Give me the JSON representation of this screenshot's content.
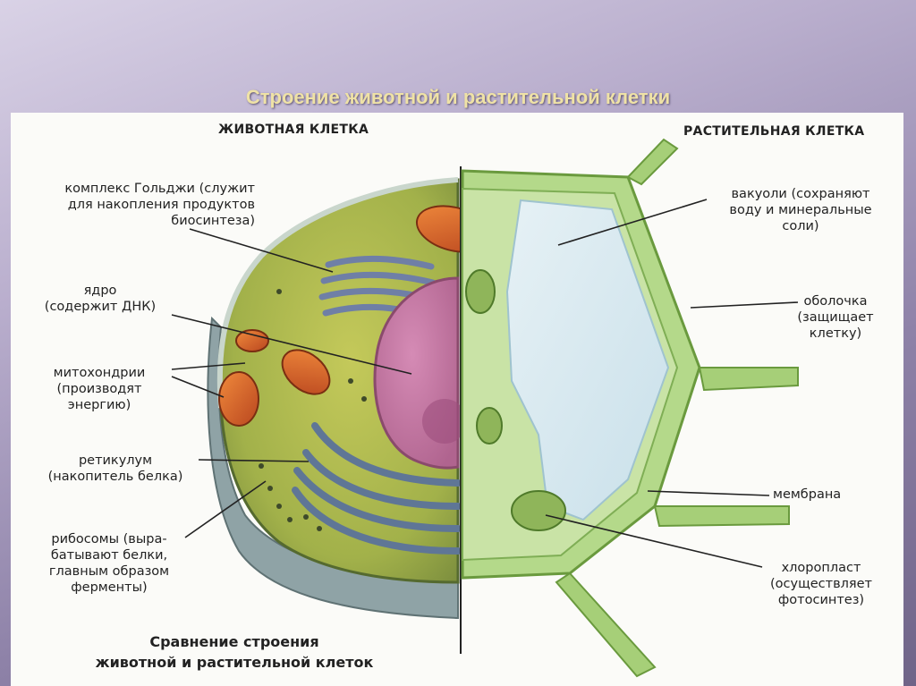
{
  "slide_title": "Строение животной и растительной клетки",
  "headers": {
    "animal": "ЖИВОТНАЯ КЛЕТКА",
    "plant": "РАСТИТЕЛЬНАЯ КЛЕТКА"
  },
  "animal_labels": {
    "golgi": "комплекс Гольджи (служит\nдля накопления продуктов\nбиосинтеза)",
    "nucleus": "ядро\n(содержит ДНК)",
    "mitochondria": "митохондрии\n(производят\nэнергию)",
    "reticulum": "ретикулум\n(накопитель белка)",
    "ribosomes": "рибосомы (выра-\nбатывают белки,\nглавным образом\nферменты)"
  },
  "plant_labels": {
    "vacuoles": "вакуоли (сохраняют\nводу и минеральные\nсоли)",
    "wall": "оболочка\n(защищает\nклетку)",
    "membrane": "мембрана",
    "chloroplast": "хлоропласт\n(осуществляет\nфотосинтез)"
  },
  "caption": "Сравнение строения\nживотной и растительной клеток",
  "colors": {
    "title": "#efe2a6",
    "cell_body": "#a9b84a",
    "nucleus": "#c77aa6",
    "mitochondria": "#d9612e",
    "reticulum": "#6f86a8",
    "plant_wall": "#9fcf6a",
    "vacuole": "#d5e8ef"
  }
}
